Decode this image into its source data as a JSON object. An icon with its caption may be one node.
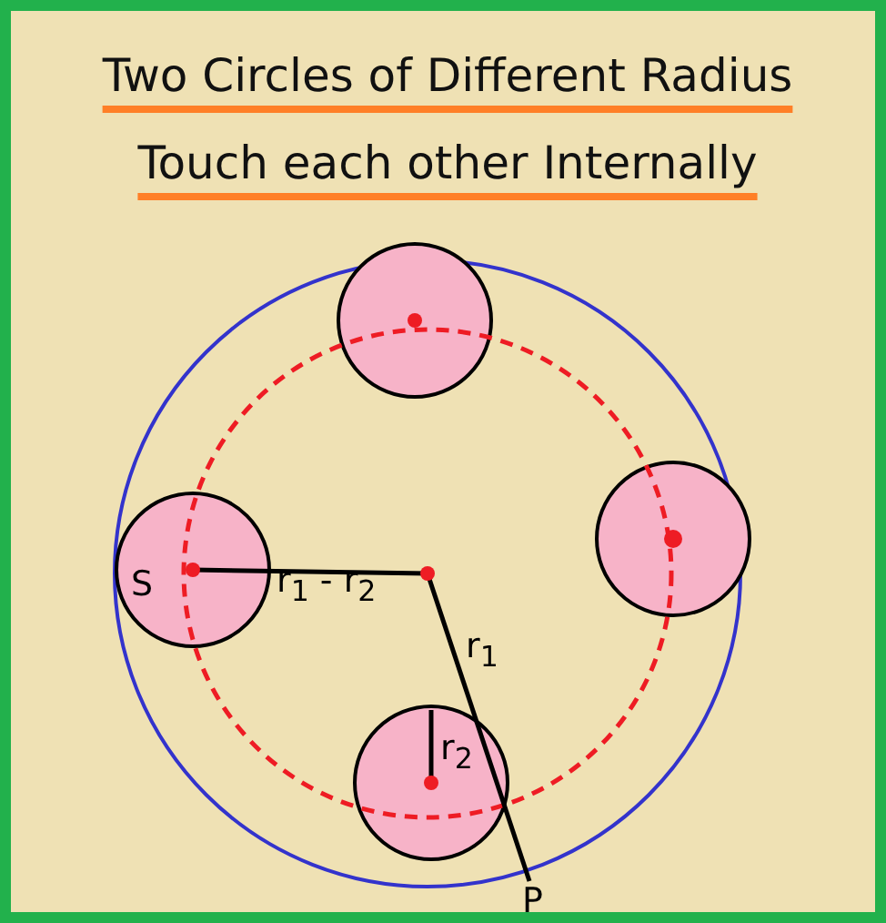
{
  "diagram": {
    "title": "Two Circles of Different Radius Touch each other Internally",
    "labels": [
      "S",
      "r$_{1}$ - r$_{2}$",
      "r$_{1}$",
      "r$_{2}$",
      "P"
    ]
  }
}
